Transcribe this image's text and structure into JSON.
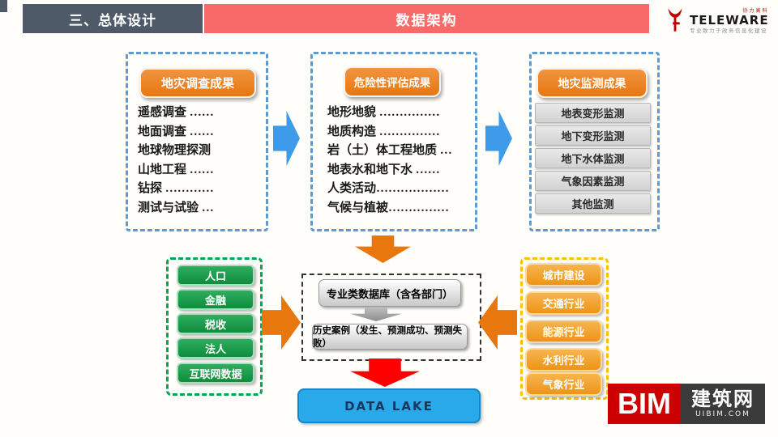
{
  "header": {
    "section_tab": "三、总体设计",
    "banner_title": "数据架构",
    "logo": {
      "brand": "TELEWARE",
      "tagline_top": "协力高科",
      "tagline_bottom": "专业致力于政务信息化建设"
    }
  },
  "survey_box": {
    "title": "地灾调查成果",
    "items": [
      "遥感调查 ……",
      "地面调查 ……",
      "地球物理探测",
      "山地工程 ……",
      "钻探 …………",
      "测试与试验 …"
    ]
  },
  "assessment_box": {
    "title": "危险性评估成果",
    "items": [
      "地形地貌 ……………",
      "地质构造 ……………",
      "岩（土）体工程地质 …",
      "地表水和地下水 ……",
      "人类活动………………",
      "气候与植被……………"
    ]
  },
  "monitoring_box": {
    "title": "地灾监测成果",
    "items": [
      "地表变形监测",
      "地下变形监测",
      "地下水体监测",
      "气象因素监测",
      "其他监测"
    ]
  },
  "social_box": {
    "items": [
      "人口",
      "金融",
      "税收",
      "法人",
      "互联网数据"
    ]
  },
  "industry_box": {
    "items": [
      "城市建设",
      "交通行业",
      "能源行业",
      "水利行业",
      "气象行业"
    ]
  },
  "database_box": {
    "primary_label": "专业类数据库（含各部门）",
    "secondary_label": "历史案例（发生、预测成功、预测失败）"
  },
  "data_lake_label": "DATA LAKE",
  "watermark": {
    "bim": "BIM",
    "site_name": "建筑网",
    "site_url": "UIBIM.COM"
  },
  "colors": {
    "slate": "#4E5A68",
    "banner_red": "#F76A6A",
    "orange": "#E8770E",
    "arrow_blue": "#3D9BE9",
    "dashed_blue": "#5B9BD5",
    "green_button": "#169B48",
    "dashed_green": "#00A651",
    "dashed_yellow": "#FFC000",
    "industry_orange": "#F0A22E",
    "datalake_blue": "#29A9E9",
    "arrow_red": "#FF0000",
    "bim_red": "#CC0000"
  }
}
